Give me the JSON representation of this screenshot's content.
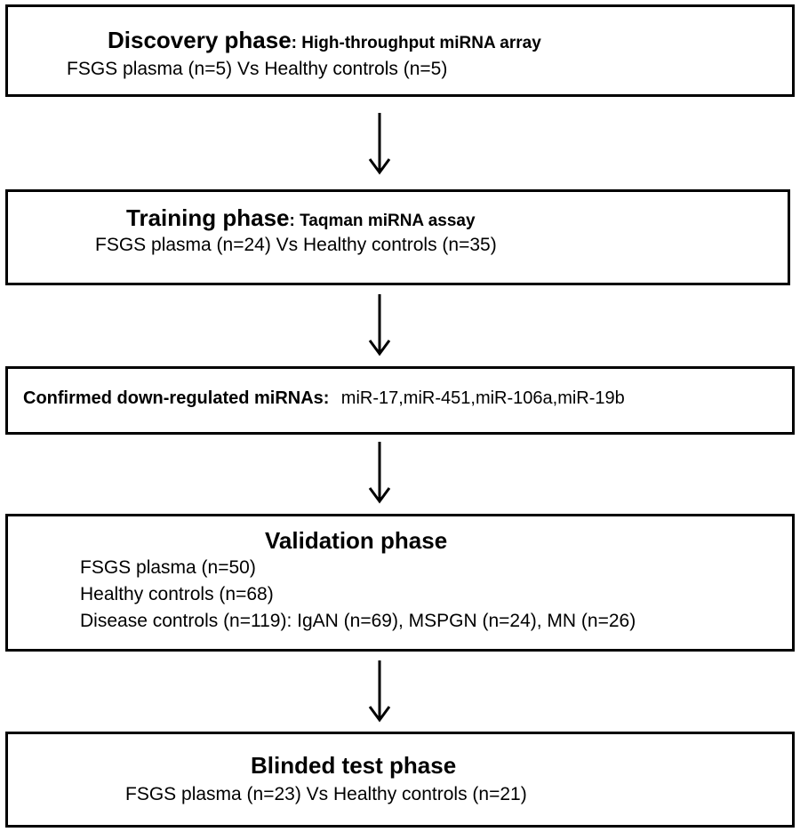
{
  "boxes": {
    "discovery": {
      "title": "Discovery phase",
      "method": ": High-throughput miRNA array",
      "line": "FSGS plasma (n=5)  Vs Healthy controls (n=5)"
    },
    "training": {
      "title": "Training phase",
      "method": ": Taqman miRNA assay",
      "line": "FSGS plasma (n=24)  Vs Healthy controls (n=35)"
    },
    "confirmed": {
      "label": "Confirmed down-regulated miRNAs:",
      "mirnas": "miR-17,miR-451,miR-106a,miR-19b"
    },
    "validation": {
      "title": "Validation phase",
      "line1": "FSGS plasma (n=50)",
      "line2": "Healthy controls (n=68)",
      "line3": "Disease controls (n=119): IgAN (n=69), MSPGN (n=24), MN (n=26)"
    },
    "blinded": {
      "title": "Blinded test phase",
      "line": "FSGS plasma (n=23)  Vs Healthy controls (n=21)"
    }
  },
  "colors": {
    "stroke": "#000000",
    "background": "#ffffff"
  }
}
